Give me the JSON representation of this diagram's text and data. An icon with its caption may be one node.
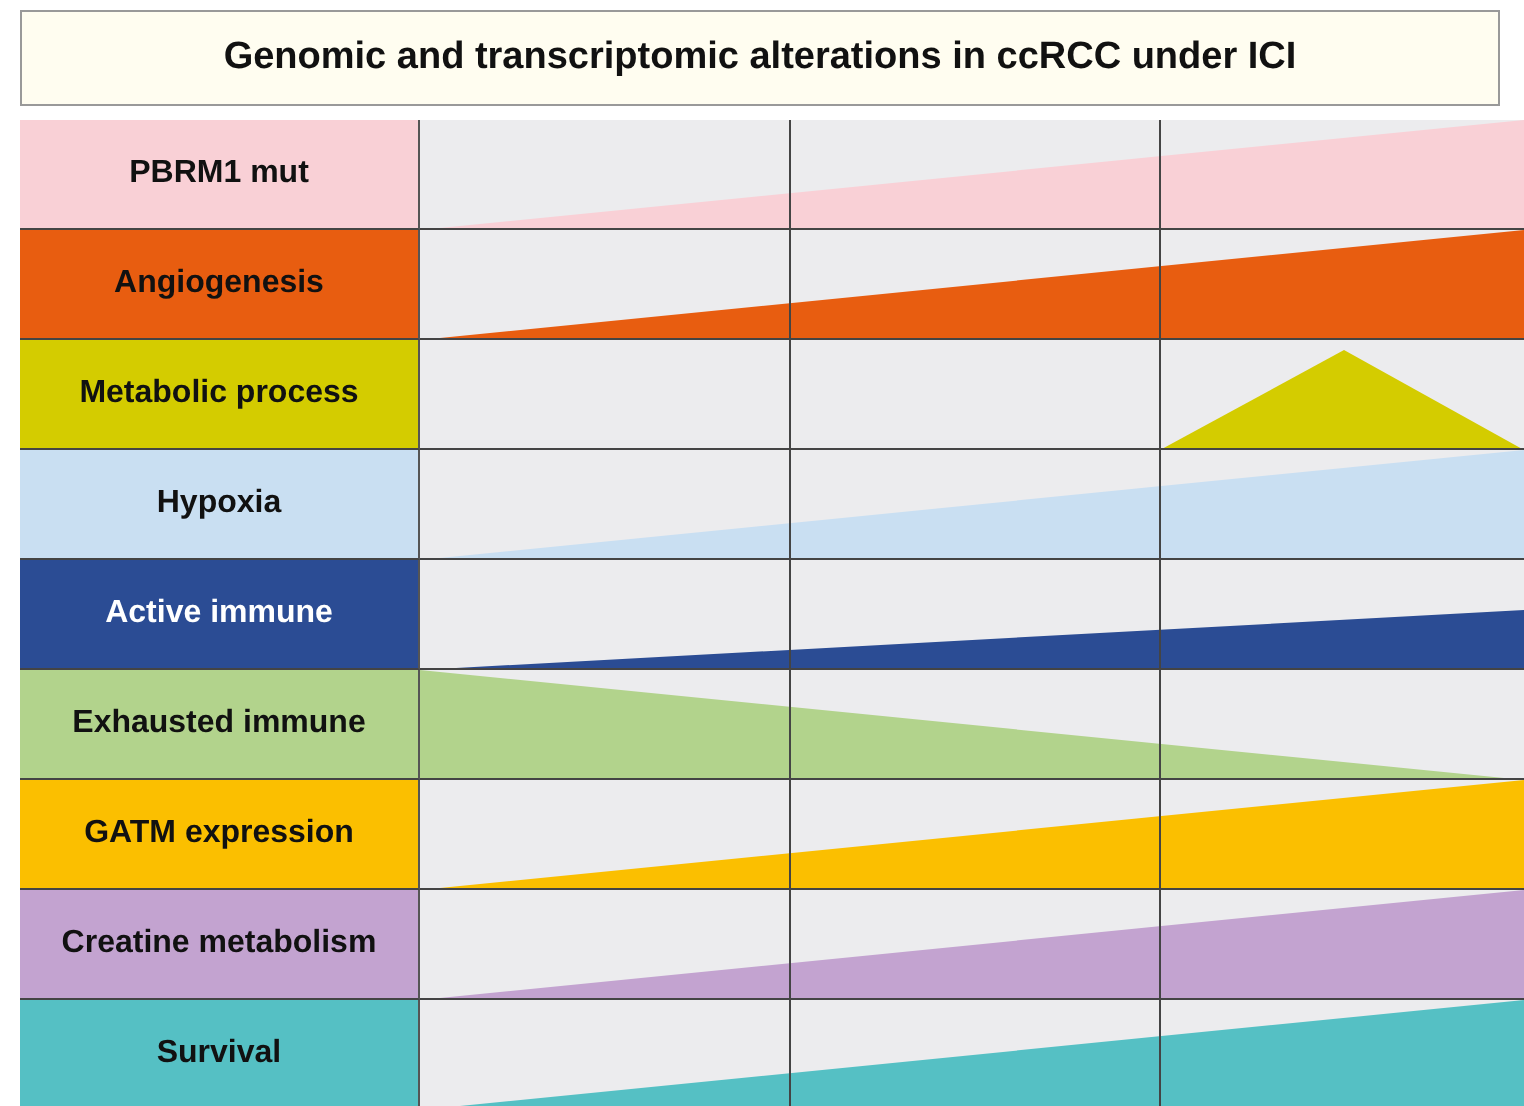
{
  "diagram": {
    "title": "Genomic and transcriptomic alterations in ccRCC under ICI",
    "nodes": [
      {
        "text": [
          "PBRM1 mut"
        ]
      },
      {
        "text": [
          "Angiogenesis"
        ]
      },
      {
        "text": [
          "Metabolic process"
        ]
      },
      {
        "text": [
          "Hypoxia"
        ]
      },
      {
        "text": [
          "Active immune"
        ]
      },
      {
        "text": [
          "Exhausted immune"
        ]
      },
      {
        "text": [
          "GATM expression"
        ]
      },
      {
        "text": [
          "Creatine metabolism"
        ]
      },
      {
        "text": [
          "Survival"
        ]
      }
    ]
  }
}
